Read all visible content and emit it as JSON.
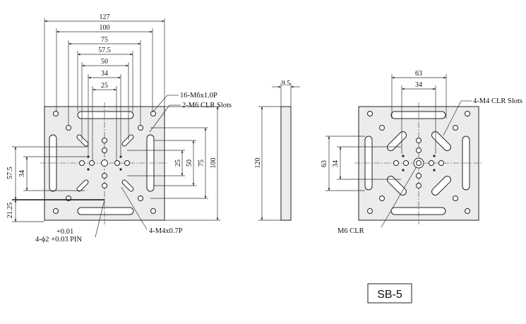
{
  "left_view": {
    "top_dims": [
      "127",
      "100",
      "75",
      "57.5",
      "50",
      "34",
      "25"
    ],
    "right_dims": [
      "25",
      "50",
      "75",
      "100"
    ],
    "left_dims": [
      "57.5",
      "34",
      "21.25"
    ],
    "callouts": [
      "16-M6x1.0P",
      "2-M6 CLR Slots",
      "4-M4x0.7P"
    ],
    "pin_tol_upper": "+0.01",
    "pin_callout": "4-ϕ2 +0.03 PIN"
  },
  "side_view": {
    "thickness": "9.5",
    "height": "120"
  },
  "right_view": {
    "top_dims": [
      "63",
      "34"
    ],
    "left_dims": [
      "63",
      "34"
    ],
    "callouts": [
      "4-M4 CLR Slots",
      "M6 CLR"
    ]
  },
  "model": "SB-5"
}
